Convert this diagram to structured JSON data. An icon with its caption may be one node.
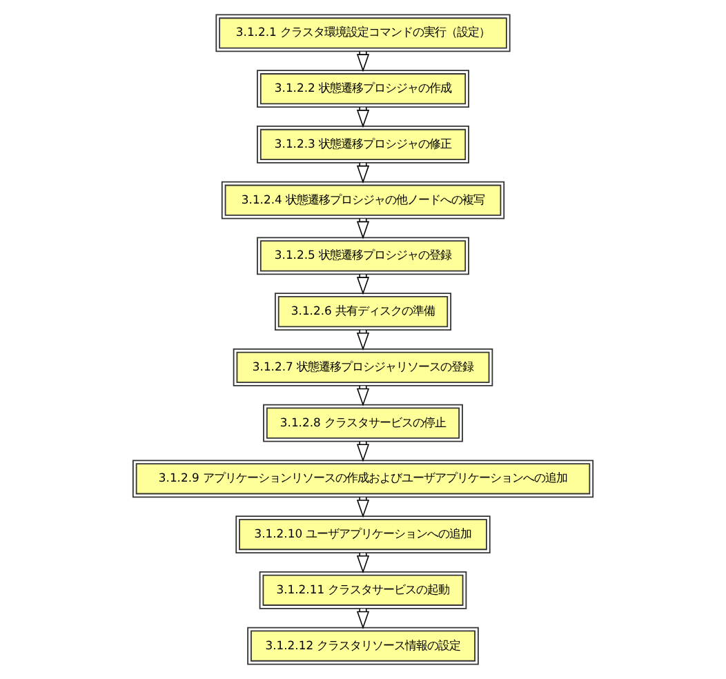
{
  "diagram": {
    "nodes": [
      {
        "text": [
          "3.1.2.1 クラスタ環境設定コマンドの実行（設定）"
        ]
      },
      {
        "text": [
          "3.1.2.2 状態遷移プロシジャの作成"
        ]
      },
      {
        "text": [
          "3.1.2.3 状態遷移プロシジャの修正"
        ]
      },
      {
        "text": [
          "3.1.2.4 状態遷移プロシジャの他ノードへの複写"
        ]
      },
      {
        "text": [
          "3.1.2.5 状態遷移プロシジャの登録"
        ]
      },
      {
        "text": [
          "3.1.2.6 共有ディスクの準備"
        ]
      },
      {
        "text": [
          "3.1.2.7 状態遷移プロシジャリソースの登録"
        ]
      },
      {
        "text": [
          "3.1.2.8 クラスタサービスの停止"
        ]
      },
      {
        "text": [
          "3.1.2.9 アプリケーションリソースの作成およびユーザアプリケーションへの追加"
        ]
      },
      {
        "text": [
          "3.1.2.10 ユーザアプリケーションへの追加"
        ]
      },
      {
        "text": [
          "3.1.2.11 クラスタサービスの起動"
        ]
      },
      {
        "text": [
          "3.1.2.12 クラスタリソース情報の設定"
        ]
      }
    ],
    "edges": [
      {
        "from": 0,
        "to": 1,
        "arrow": "to"
      },
      {
        "from": 1,
        "to": 2,
        "arrow": "to"
      },
      {
        "from": 2,
        "to": 3,
        "arrow": "to"
      },
      {
        "from": 3,
        "to": 4,
        "arrow": "to"
      },
      {
        "from": 4,
        "to": 5,
        "arrow": "to"
      },
      {
        "from": 5,
        "to": 6,
        "arrow": "to"
      },
      {
        "from": 6,
        "to": 7,
        "arrow": "to"
      },
      {
        "from": 7,
        "to": 8,
        "arrow": "to"
      },
      {
        "from": 8,
        "to": 9,
        "arrow": "to"
      },
      {
        "from": 9,
        "to": 10,
        "arrow": "to"
      },
      {
        "from": 10,
        "to": 11,
        "arrow": "to"
      }
    ]
  }
}
